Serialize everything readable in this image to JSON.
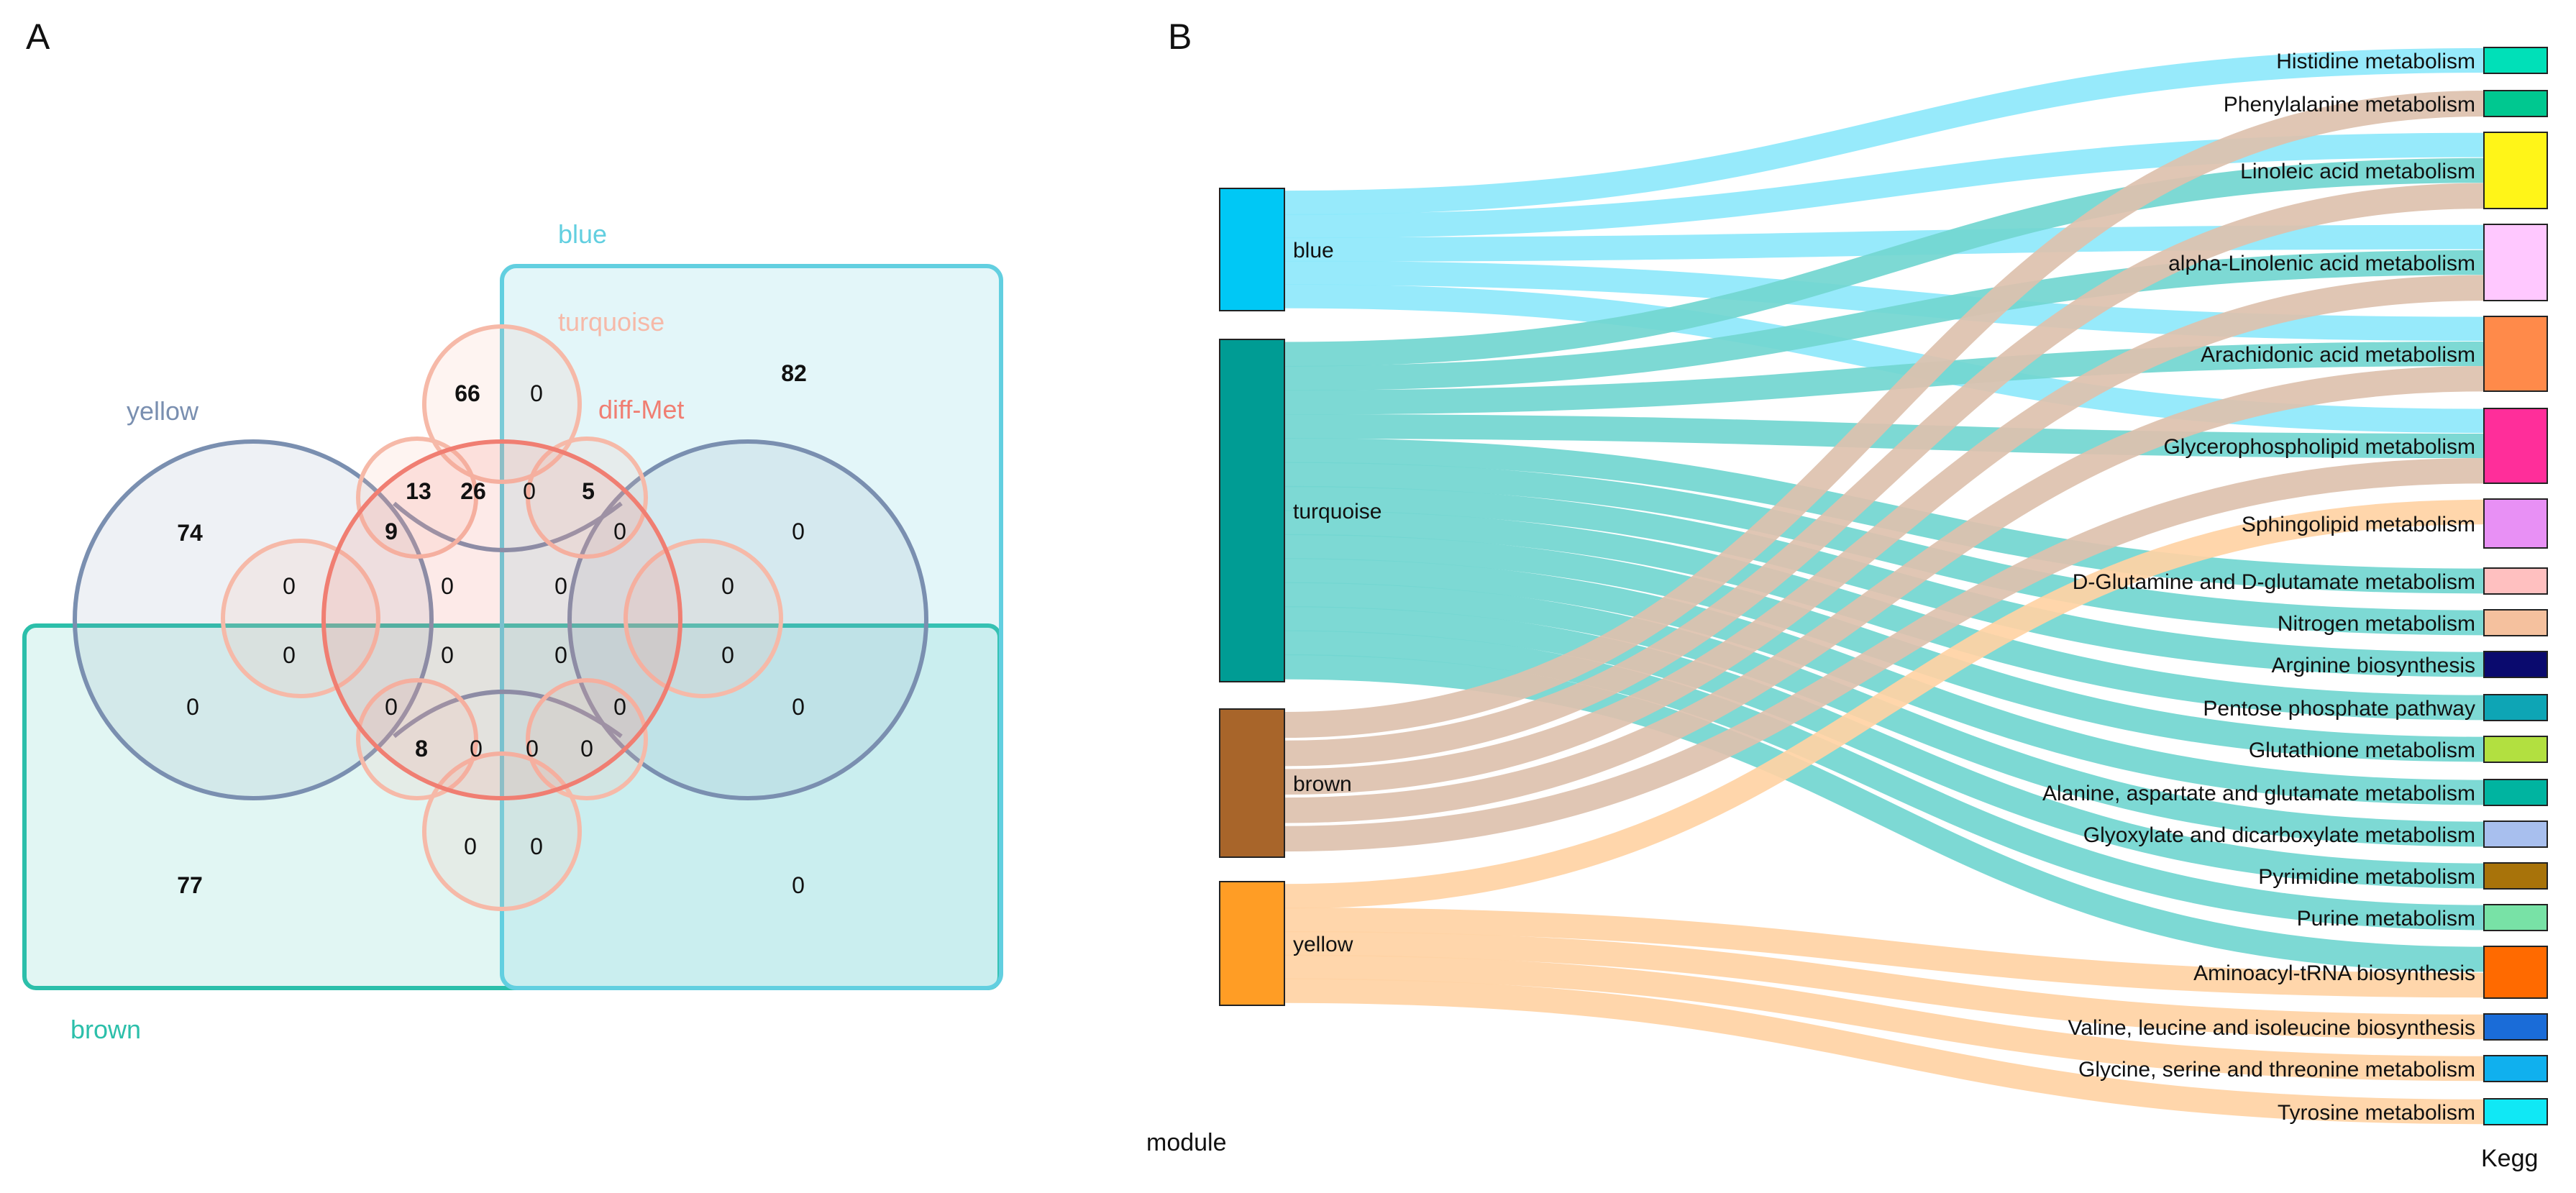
{
  "panel_a": {
    "label": "A",
    "sets": {
      "yellow": {
        "name": "yellow",
        "color": "#7a8fb0"
      },
      "blue": {
        "name": "blue",
        "color": "#62cfe0"
      },
      "turquoise": {
        "name": "turquoise",
        "color": "#f6b9a8"
      },
      "diff_met": {
        "name": "diff-Met",
        "color": "#f07e72"
      },
      "brown": {
        "name": "brown",
        "color": "#2bbfaa"
      }
    },
    "counts": {
      "c82": "82",
      "c66": "66",
      "c0a": "0",
      "c74": "74",
      "c13": "13",
      "c26": "26",
      "c0b": "0",
      "c5": "5",
      "c9": "9",
      "c0c": "0",
      "c0d": "0",
      "c0e": "0",
      "c0f": "0",
      "c0g": "0",
      "c0h": "0",
      "c0i": "0",
      "c0j": "0",
      "c0k": "0",
      "c0l": "0",
      "c0m": "0",
      "c0n": "0",
      "c0o": "0",
      "c0p": "0",
      "c8": "8",
      "c0q": "0",
      "c0r": "0",
      "c0s": "0",
      "c0t": "0",
      "c0u": "0",
      "c77": "77",
      "c0v": "0"
    }
  },
  "panel_b": {
    "label": "B",
    "left_axis_label": "module",
    "right_axis_label": "Kegg",
    "modules": [
      {
        "name": "blue",
        "color": "#00c8f5"
      },
      {
        "name": "turquoise",
        "color": "#009c94"
      },
      {
        "name": "brown",
        "color": "#a8652a"
      },
      {
        "name": "yellow",
        "color": "#ff9d25"
      }
    ],
    "pathways": [
      {
        "name": "Histidine metabolism",
        "color": "#00e0b8"
      },
      {
        "name": "Phenylalanine metabolism",
        "color": "#00c890"
      },
      {
        "name": "Linoleic acid metabolism",
        "color": "#fff518"
      },
      {
        "name": "alpha-Linolenic acid metabolism",
        "color": "#ffc8ff"
      },
      {
        "name": "Arachidonic acid metabolism",
        "color": "#ff8a4a"
      },
      {
        "name": "Glycerophospholipid metabolism",
        "color": "#ff2e9a"
      },
      {
        "name": "Sphingolipid metabolism",
        "color": "#e890f5"
      },
      {
        "name": "D-Glutamine and D-glutamate metabolism",
        "color": "#ffc0c0"
      },
      {
        "name": "Nitrogen metabolism",
        "color": "#f5c19e"
      },
      {
        "name": "Arginine biosynthesis",
        "color": "#0a0a6e"
      },
      {
        "name": "Pentose phosphate pathway",
        "color": "#0ea5b5"
      },
      {
        "name": "Glutathione metabolism",
        "color": "#b2e040"
      },
      {
        "name": "Alanine, aspartate and glutamate metabolism",
        "color": "#00b4a0"
      },
      {
        "name": "Glyoxylate and dicarboxylate metabolism",
        "color": "#a8bfee"
      },
      {
        "name": "Pyrimidine metabolism",
        "color": "#a8730a"
      },
      {
        "name": "Purine metabolism",
        "color": "#78e2a6"
      },
      {
        "name": "Aminoacyl-tRNA biosynthesis",
        "color": "#ff6a00"
      },
      {
        "name": "Valine, leucine and isoleucine biosynthesis",
        "color": "#1a6cd8"
      },
      {
        "name": "Glycine, serine and threonine metabolism",
        "color": "#10b0ee"
      },
      {
        "name": "Tyrosine metabolism",
        "color": "#10e8f5"
      }
    ],
    "flow_colors": {
      "blue": "#8ee8fb",
      "turquoise": "#72d6d0",
      "brown": "#ddc1ae",
      "yellow": "#ffd3a4"
    },
    "links": [
      {
        "from": "blue",
        "to": "Histidine metabolism"
      },
      {
        "from": "blue",
        "to": "Linoleic acid metabolism"
      },
      {
        "from": "blue",
        "to": "alpha-Linolenic acid metabolism"
      },
      {
        "from": "blue",
        "to": "Arachidonic acid metabolism"
      },
      {
        "from": "blue",
        "to": "Glycerophospholipid metabolism"
      },
      {
        "from": "turquoise",
        "to": "Linoleic acid metabolism"
      },
      {
        "from": "turquoise",
        "to": "alpha-Linolenic acid metabolism"
      },
      {
        "from": "turquoise",
        "to": "Arachidonic acid metabolism"
      },
      {
        "from": "turquoise",
        "to": "Glycerophospholipid metabolism"
      },
      {
        "from": "turquoise",
        "to": "D-Glutamine and D-glutamate metabolism"
      },
      {
        "from": "turquoise",
        "to": "Nitrogen metabolism"
      },
      {
        "from": "turquoise",
        "to": "Arginine biosynthesis"
      },
      {
        "from": "turquoise",
        "to": "Pentose phosphate pathway"
      },
      {
        "from": "turquoise",
        "to": "Glutathione metabolism"
      },
      {
        "from": "turquoise",
        "to": "Alanine, aspartate and glutamate metabolism"
      },
      {
        "from": "turquoise",
        "to": "Glyoxylate and dicarboxylate metabolism"
      },
      {
        "from": "turquoise",
        "to": "Pyrimidine metabolism"
      },
      {
        "from": "turquoise",
        "to": "Purine metabolism"
      },
      {
        "from": "turquoise",
        "to": "Aminoacyl-tRNA biosynthesis"
      },
      {
        "from": "brown",
        "to": "Phenylalanine metabolism"
      },
      {
        "from": "brown",
        "to": "Linoleic acid metabolism"
      },
      {
        "from": "brown",
        "to": "alpha-Linolenic acid metabolism"
      },
      {
        "from": "brown",
        "to": "Arachidonic acid metabolism"
      },
      {
        "from": "brown",
        "to": "Glycerophospholipid metabolism"
      },
      {
        "from": "yellow",
        "to": "Sphingolipid metabolism"
      },
      {
        "from": "yellow",
        "to": "Aminoacyl-tRNA biosynthesis"
      },
      {
        "from": "yellow",
        "to": "Valine, leucine and isoleucine biosynthesis"
      },
      {
        "from": "yellow",
        "to": "Glycine, serine and threonine metabolism"
      },
      {
        "from": "yellow",
        "to": "Tyrosine metabolism"
      }
    ]
  }
}
